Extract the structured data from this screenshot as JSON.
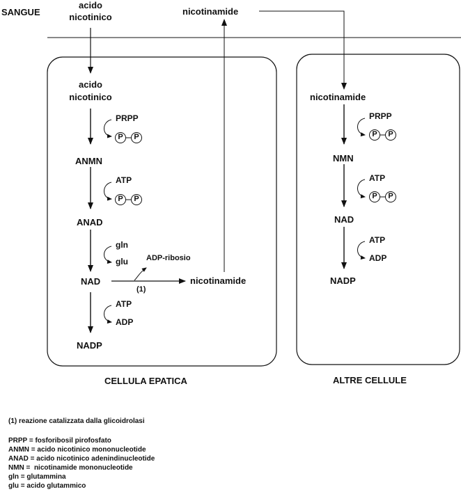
{
  "blood": {
    "label": "SANGUE",
    "acid_line1": "acido",
    "acid_line2": "nicotinico",
    "nicotinamide": "nicotinamide"
  },
  "liver": {
    "title": "CELLULA EPATICA",
    "acid_line1": "acido",
    "acid_line2": "nicotinico",
    "prpp": "PRPP",
    "p": "P",
    "anmn": "ANMN",
    "atp1": "ATP",
    "anad": "ANAD",
    "gln": "gln",
    "glu": "glu",
    "nad": "NAD",
    "adp_ribosio": "ADP-ribosio",
    "reaction_mark": "(1)",
    "nicotinamide": "nicotinamide",
    "atp2": "ATP",
    "adp": "ADP",
    "nadp": "NADP"
  },
  "other": {
    "title": "ALTRE CELLULE",
    "nicotinamide": "nicotinamide",
    "prpp": "PRPP",
    "p": "P",
    "nmn": "NMN",
    "atp1": "ATP",
    "nad": "NAD",
    "atp2": "ATP",
    "adp": "ADP",
    "nadp": "NADP"
  },
  "legend": {
    "note": "(1) reazione catalizzata dalla glicoidrolasi",
    "lines": [
      "PRPP = fosforibosil pirofosfato",
      "ANMN = acido nicotinico mononucleotide",
      "ANAD = acido nicotinico adenindinucleotide",
      "NMN =  nicotinamide mononucleotide",
      "gln = glutammina",
      "glu = acido glutammico"
    ]
  }
}
